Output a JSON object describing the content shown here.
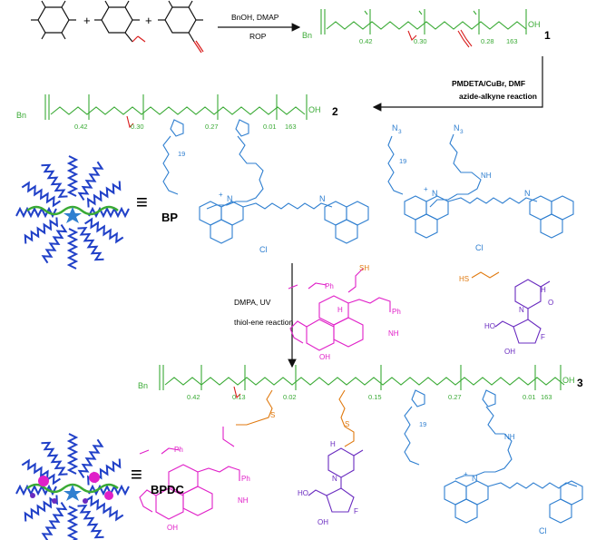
{
  "colors": {
    "green": "#3aaa35",
    "blue": "#2f7fd0",
    "black": "#111111",
    "magenta": "#e020c8",
    "purple": "#6a2cc0",
    "orange": "#e07a10",
    "red": "#d81e1e",
    "arm": "#2040c8",
    "star": "#2f7fd0",
    "dot_pink": "#e020c8"
  },
  "step1": {
    "reagent_top": "BnOH, DMAP",
    "reagent_bottom": "ROP",
    "number": "1",
    "plus1": "+",
    "plus2": "+"
  },
  "polymer1": {
    "prefix": "Bn",
    "x1": "0.42",
    "x2": "0.30",
    "x3": "0.28",
    "n": "163",
    "end": "OH"
  },
  "step2": {
    "reagent_top": "PMDETA/CuBr, DMF",
    "reagent_bottom": "azide-alkyne reaction",
    "number": "2"
  },
  "polymer2": {
    "prefix": "Bn",
    "x1": "0.42",
    "x2": "0.30",
    "x3": "0.27",
    "x4": "0.01",
    "n": "163",
    "end": "OH",
    "peg": "19"
  },
  "reagents2": {
    "azide": "N",
    "azide_sub": "3",
    "peg": "19",
    "nh": "NH",
    "n_plus": "N",
    "plus": "+",
    "chloride": "Cl",
    "n_me": "N"
  },
  "bp": {
    "label": "BP",
    "equiv": "≡"
  },
  "cy_labels": {
    "n_plus": "N",
    "plus": "+",
    "chloride": "Cl",
    "n_me": "N"
  },
  "step3": {
    "reagent_top": "DMPA, UV",
    "reagent_bottom": "thiol-ene reaction",
    "number": "3"
  },
  "ptx": {
    "sh": "SH",
    "ph1": "Ph",
    "ph2": "Ph",
    "oh": "OH",
    "h": "H",
    "nh": "NH"
  },
  "gem": {
    "hs": "HS",
    "nh": "H",
    "n": "N",
    "f": "F",
    "ho": "HO",
    "oh": "OH",
    "o": "O"
  },
  "polymer3": {
    "prefix": "Bn",
    "x1": "0.42",
    "x2": "0.13",
    "x3": "0.02",
    "x4": "0.15",
    "x5": "0.27",
    "x6": "0.01",
    "n": "163",
    "end": "OH",
    "peg": "19",
    "s1": "S",
    "s2": "S",
    "nh": "NH",
    "chloride": "Cl",
    "n_plus": "N",
    "plus": "+"
  },
  "bpdc": {
    "label": "BPDC",
    "equiv": "≡"
  }
}
